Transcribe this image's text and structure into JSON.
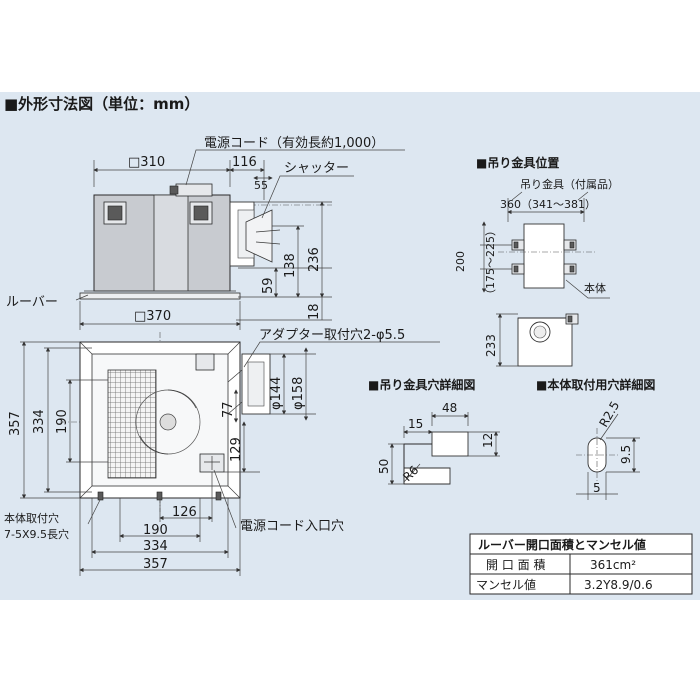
{
  "title": "■外形寸法図（単位：mm）",
  "front": {
    "cord": "電源コード（有効長約1,000）",
    "shutter": "シャッター",
    "louver": "ルーバー",
    "d310": "□310",
    "d116": "116",
    "d55": "55",
    "d236": "236",
    "d138": "138",
    "d59": "59",
    "d18": "18",
    "d370": "□370"
  },
  "plan": {
    "adapter": "アダプター取付穴2-φ5.5",
    "d144": "φ144",
    "d158": "φ158",
    "d357v": "357",
    "d334v": "334",
    "d190v": "190",
    "d77": "77",
    "d129": "129",
    "d126": "126",
    "d190h": "190",
    "d334h": "334",
    "d357h": "357",
    "mount_hole_1": "本体取付穴",
    "mount_hole_2": "7-5X9.5長穴",
    "cord_inlet": "電源コード入口穴"
  },
  "hanger_pos": {
    "title": "■吊り金具位置",
    "fitting": "吊り金具（付属品）",
    "d360": "360（341～381）",
    "d200": "200",
    "d175": "（175～225）",
    "body": "本体",
    "d233": "233"
  },
  "hanger_hole": {
    "title": "■吊り金具穴詳細図",
    "d48": "48",
    "d15": "15",
    "d12": "12",
    "d50": "50",
    "r6": "R6"
  },
  "body_hole": {
    "title": "■本体取付用穴詳細図",
    "r25": "R2.5",
    "d95": "9.5",
    "d5": "5"
  },
  "table": {
    "header": "ルーバー開口面積とマンセル値",
    "rows": [
      {
        "label": "開 口 面 積",
        "value": "361cm²"
      },
      {
        "label": "マンセル値",
        "value": "3.2Y8.9/0.6"
      }
    ]
  }
}
